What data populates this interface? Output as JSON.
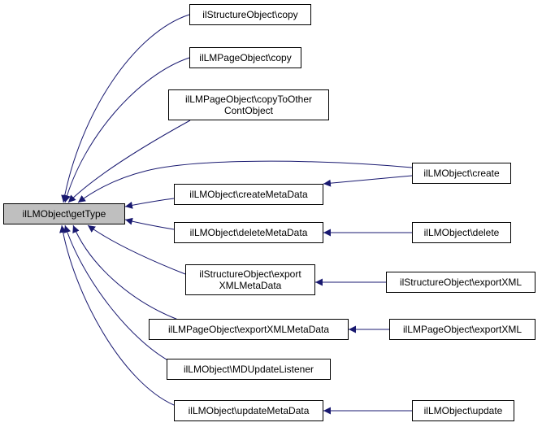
{
  "colors": {
    "edge": "#191970",
    "focus_fill": "#bfbfbf",
    "node_border": "#000000"
  },
  "nodes": {
    "getType": "ilLMObject\\getType",
    "structCopy": "ilStructureObject\\copy",
    "pageCopy": "ilLMPageObject\\copy",
    "pageCopyToOther": "ilLMPageObject\\copyToOther\nContObject",
    "createMeta": "ilLMObject\\createMetaData",
    "lmCreate": "ilLMObject\\create",
    "deleteMeta": "ilLMObject\\deleteMetaData",
    "lmDelete": "ilLMObject\\delete",
    "structExportMeta": "ilStructureObject\\export\nXMLMetaData",
    "structExportXML": "ilStructureObject\\exportXML",
    "pageExportMeta": "ilLMPageObject\\exportXMLMetaData",
    "pageExportXML": "ilLMPageObject\\exportXML",
    "mdListener": "ilLMObject\\MDUpdateListener",
    "updateMeta": "ilLMObject\\updateMetaData",
    "lmUpdate": "ilLMObject\\update"
  },
  "edges": [
    [
      "structCopy",
      "getType"
    ],
    [
      "pageCopy",
      "getType"
    ],
    [
      "pageCopyToOther",
      "getType"
    ],
    [
      "lmCreate",
      "getType"
    ],
    [
      "createMeta",
      "getType"
    ],
    [
      "deleteMeta",
      "getType"
    ],
    [
      "structExportMeta",
      "getType"
    ],
    [
      "pageExportMeta",
      "getType"
    ],
    [
      "mdListener",
      "getType"
    ],
    [
      "updateMeta",
      "getType"
    ],
    [
      "lmCreate",
      "createMeta"
    ],
    [
      "lmDelete",
      "deleteMeta"
    ],
    [
      "structExportXML",
      "structExportMeta"
    ],
    [
      "pageExportXML",
      "pageExportMeta"
    ],
    [
      "lmUpdate",
      "updateMeta"
    ]
  ]
}
